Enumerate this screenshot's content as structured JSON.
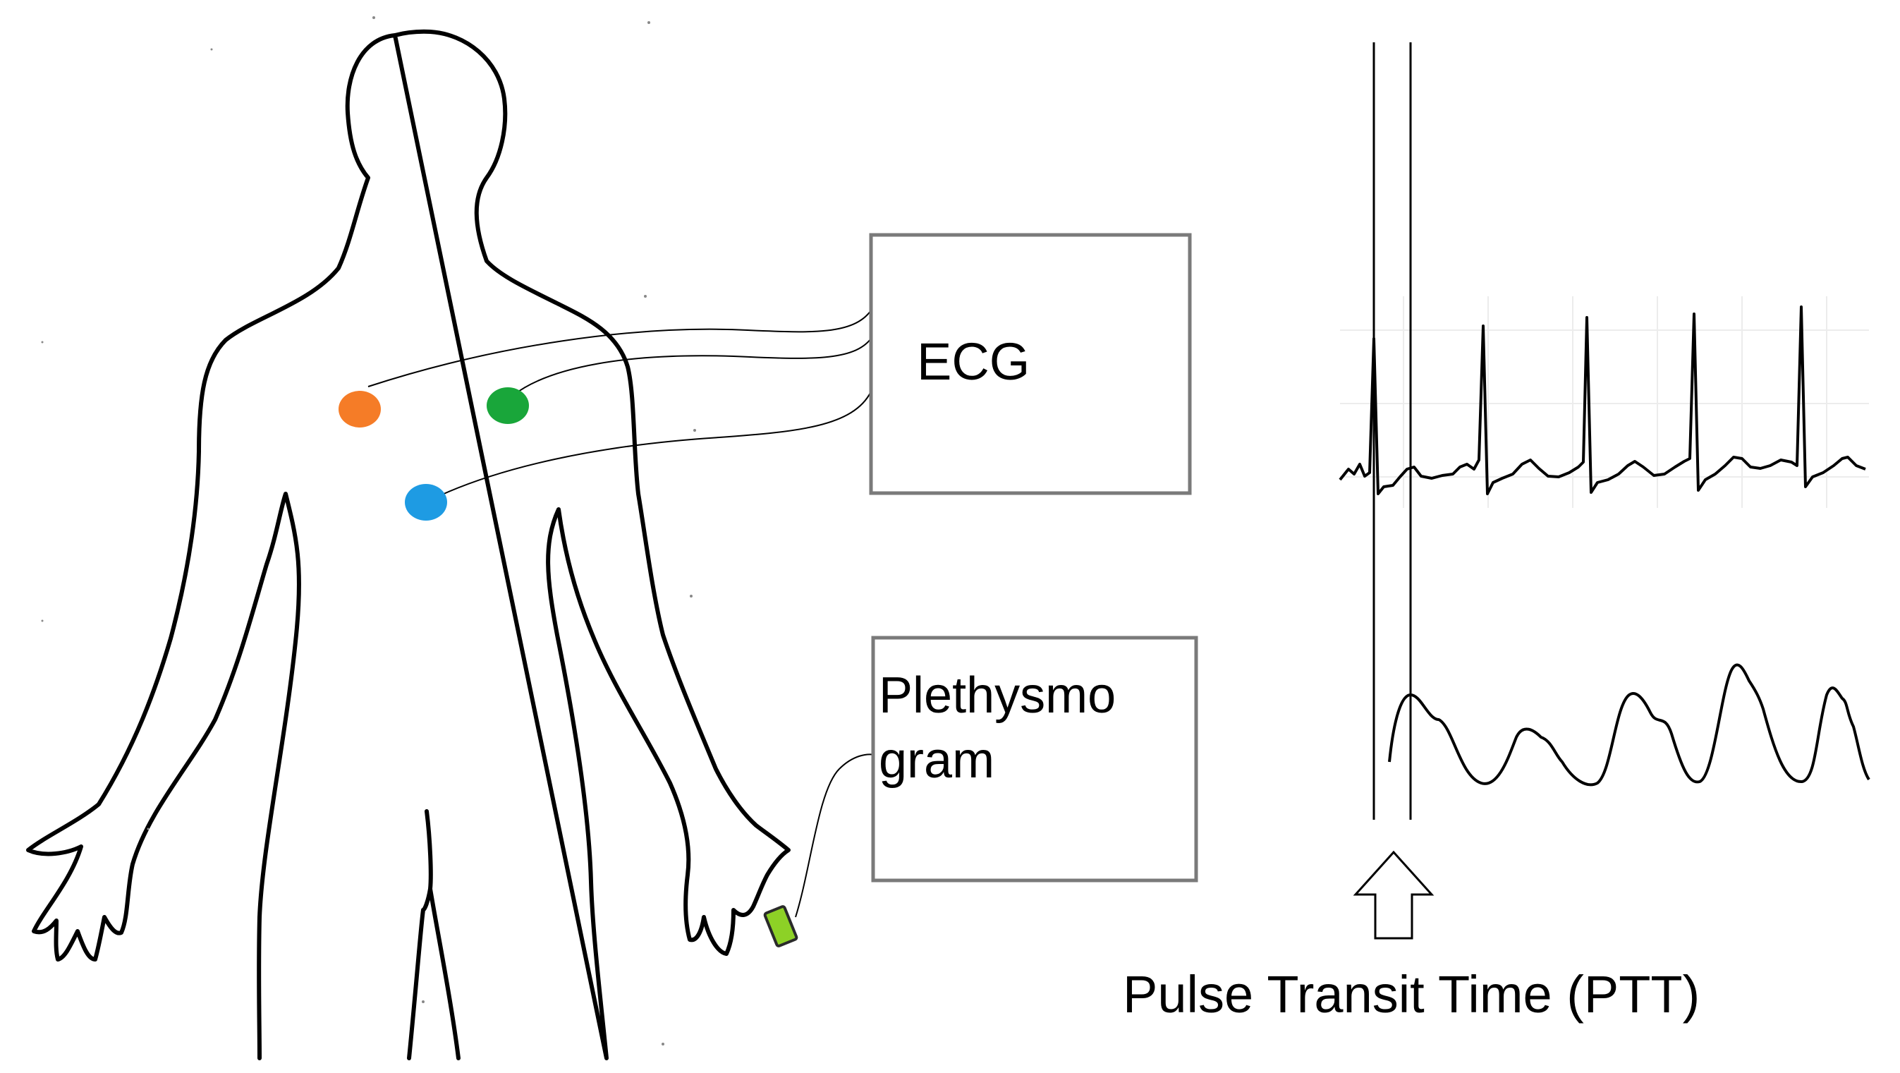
{
  "labels": {
    "ecg": "ECG",
    "plethysmogram_line1": "Plethysmo",
    "plethysmogram_line2": "gram",
    "ptt": "Pulse Transit Time (PTT)"
  },
  "colors": {
    "electrode_orange": "#F57C27",
    "electrode_green": "#19A63A",
    "electrode_blue": "#1E9BE3",
    "finger_sensor": "#8DD126",
    "box_border": "#7a7a7a",
    "stroke": "#000000"
  },
  "icons": {
    "ptt_arrow": "up-arrow-icon",
    "human_body": "human-outline-icon"
  }
}
